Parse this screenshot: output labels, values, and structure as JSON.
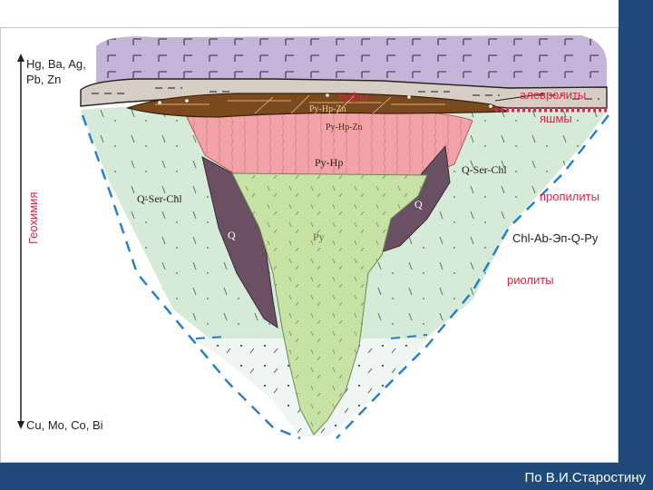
{
  "geochem": {
    "top_line1": "Hg, Ba, Ag,",
    "top_line2": "Pb, Zn",
    "axis_label": "Геохимия",
    "bottom": "Cu, Mo, Co, Bi"
  },
  "labels": {
    "tuffs": "туфы",
    "siltstones": "алевролиты",
    "jaspers": "яшмы",
    "propylites": "пропилиты",
    "propylite_mineral": "Chl-Ab-Эп-Q-Py",
    "rhyolites": "риолиты",
    "qsc_left": "Q-Ser-Chl",
    "qsc_right": "Q-Ser-Chl",
    "py_hp": "Py-Hp",
    "py": "Py",
    "q_left": "Q",
    "q_right": "Q",
    "lens1": "Py-Hp-Zn",
    "lens2": "Py-Hp-Zn"
  },
  "colors": {
    "tuff_layer": "#c5b3d8",
    "silt_layer": "#d6cdc4",
    "ore_lens": "#7a4a1e",
    "pink_zone": "#f2a3a8",
    "green_core": "#c8e2a6",
    "purple_quartz": "#6b4f63",
    "propylite": "#d6ead8",
    "rhyolite": "#eef5f2",
    "accent_blue": "#1e7fd0",
    "label_red": "#d1274a",
    "footer": "#1f4a7a"
  },
  "footer": {
    "credit": "По В.И.Старостину"
  }
}
